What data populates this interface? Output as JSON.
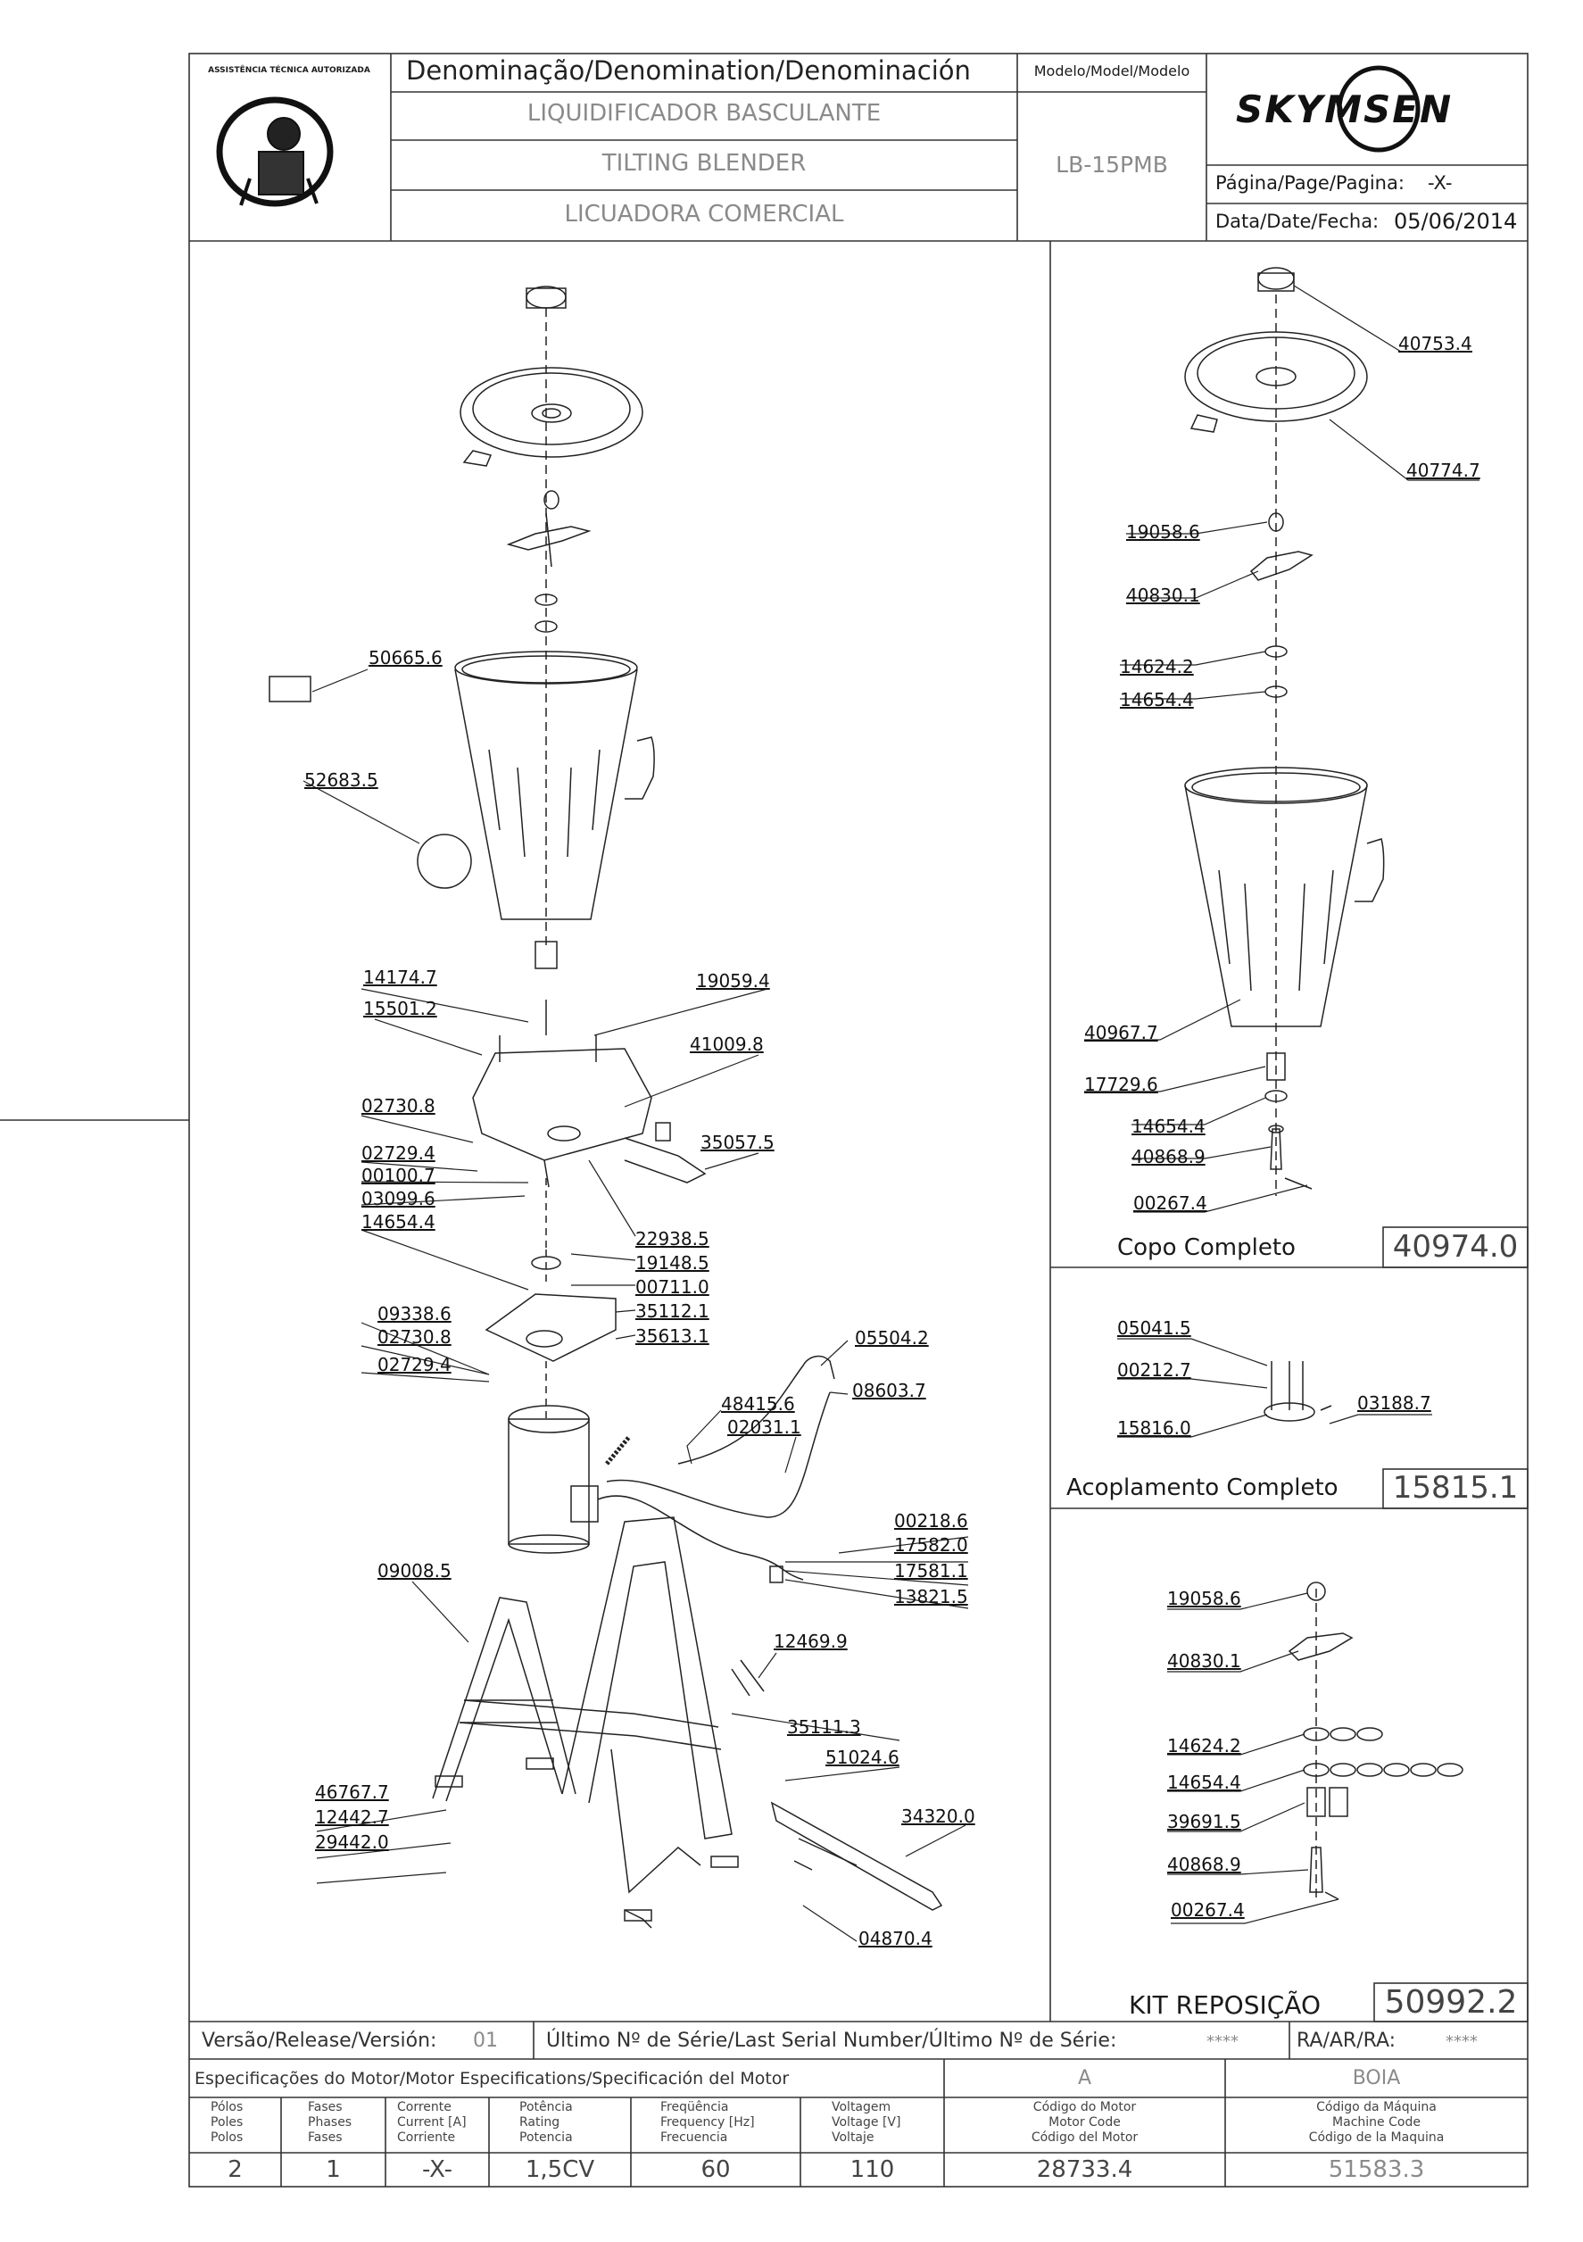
{
  "header": {
    "denomination_label": "Denominação/Denomination/Denominación",
    "names": [
      "LIQUIDIFICADOR  BASCULANTE",
      "TILTING  BLENDER",
      "LICUADORA  COMERCIAL"
    ],
    "model_label": "Modelo/Model/Modelo",
    "model_value": "LB-15PMB",
    "brand": "SKYMSEN",
    "page_label": "Página/Page/Pagina:",
    "page_value": "-X-",
    "date_label": "Data/Date/Fecha:",
    "date_value": "05/06/2014",
    "seal_text": "ASSISTÊNCIA TÉCNICA AUTORIZADA"
  },
  "main_labels": [
    "50665.6",
    "52683.5",
    "14174.7",
    "19059.4",
    "15501.2",
    "41009.8",
    "02730.8",
    "02729.4",
    "00100.7",
    "03099.6",
    "14654.4",
    "35057.5",
    "22938.5",
    "19148.5",
    "00711.0",
    "35112.1",
    "35613.1",
    "09338.6",
    "02730.8",
    "02729.4",
    "05504.2",
    "08603.7",
    "48415.6",
    "02031.1",
    "00218.6",
    "17582.0",
    "17581.1",
    "13821.5",
    "09008.5",
    "12469.9",
    "35111.3",
    "51024.6",
    "46767.7",
    "12442.7",
    "29442.0",
    "34320.0",
    "04870.4"
  ],
  "copo": {
    "labels": [
      "40753.4",
      "40774.7",
      "19058.6",
      "40830.1",
      "14624.2",
      "14654.4",
      "40967.7",
      "17729.6",
      "14654.4",
      "40868.9",
      "00267.4"
    ],
    "title": "Copo  Completo",
    "code": "40974.0"
  },
  "acoplamento": {
    "labels": [
      "05041.5",
      "00212.7",
      "03188.7",
      "15816.0"
    ],
    "title": "Acoplamento  Completo",
    "code": "15815.1"
  },
  "kit": {
    "labels": [
      "19058.6",
      "40830.1",
      "14624.2",
      "14654.4",
      "39691.5",
      "40868.9",
      "00267.4"
    ],
    "title": "KIT  REPOSIÇÃO",
    "code": "50992.2"
  },
  "release": {
    "label": "Versão/Release/Versión:",
    "value": "01",
    "serial_label": "Último  Nº  de  Série/Last  Serial  Number/Último  Nº  de  Série:",
    "serial_value": "****",
    "ra_label": "RA/AR/RA:",
    "ra_value": "****"
  },
  "motor": {
    "spec_label": "Especificações  do  Motor/Motor  Especifications/Specificación  del  Motor",
    "col_a": "A",
    "col_boia": "BOIA",
    "headers": [
      [
        "Pólos",
        "Poles",
        "Polos"
      ],
      [
        "Fases",
        "Phases",
        "Fases"
      ],
      [
        "Corrente",
        "Current [A]",
        "Corriente"
      ],
      [
        "Potência",
        "Rating",
        "Potencia"
      ],
      [
        "Freqüência",
        "Frequency [Hz]",
        "Frecuencia"
      ],
      [
        "Voltagem",
        "Voltage [V]",
        "Voltaje"
      ],
      [
        "Código do Motor",
        "Motor Code",
        "Código del Motor"
      ],
      [
        "Código da Máquina",
        "Machine Code",
        "Código de la Maquina"
      ]
    ],
    "values": [
      "2",
      "1",
      "-X-",
      "1,5CV",
      "60",
      "110",
      "28733.4",
      "51583.3"
    ]
  }
}
